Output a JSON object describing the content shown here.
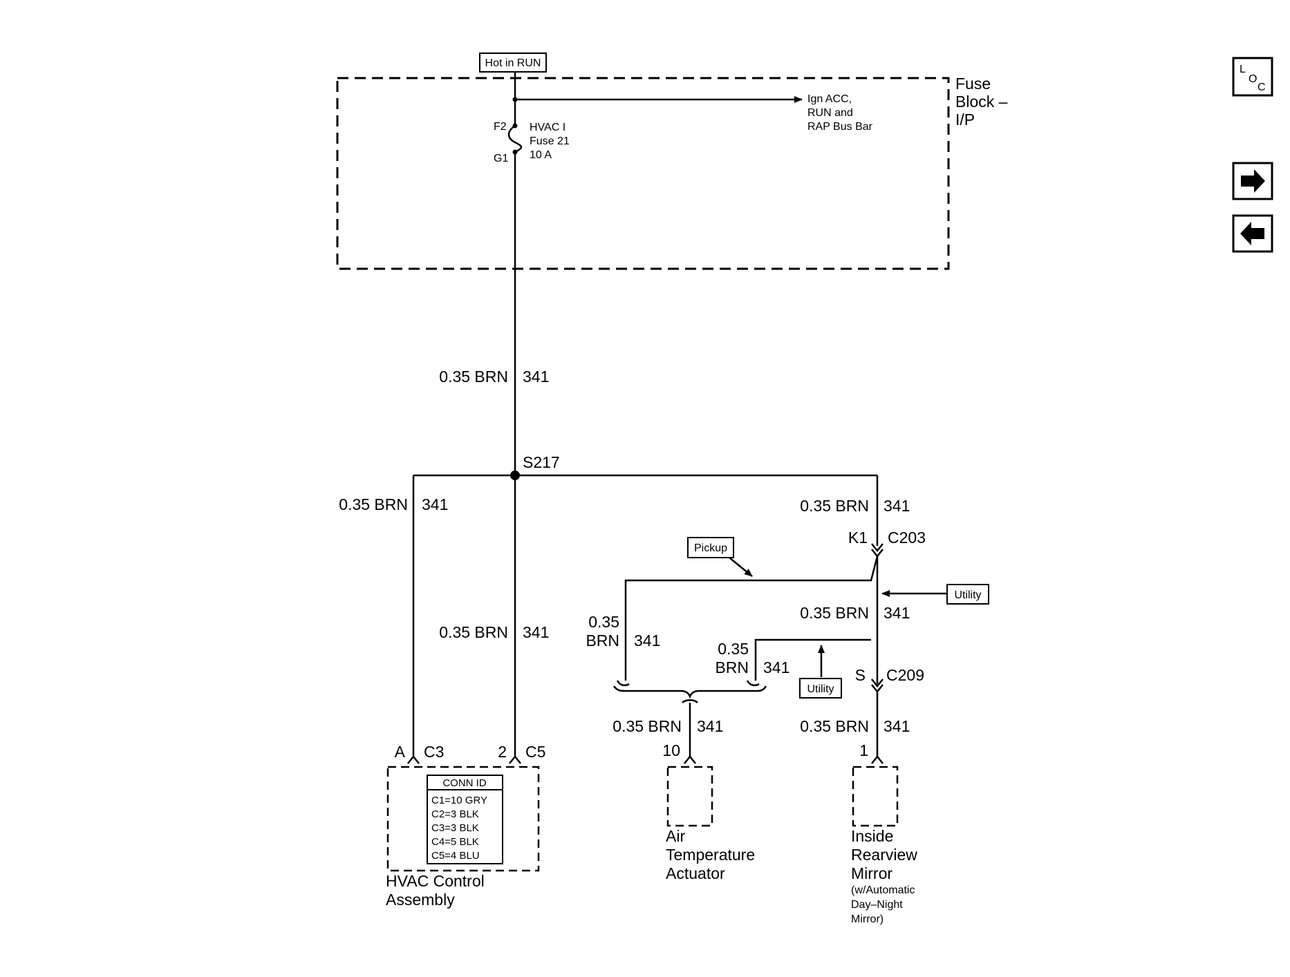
{
  "source_label": "Hot in RUN",
  "fuse_block": {
    "title_lines": [
      "Fuse",
      "Block –",
      "I/P"
    ],
    "bus_bar_lines": [
      "Ign ACC,",
      "RUN and",
      "RAP Bus Bar"
    ],
    "fuse_in_pin": "F2",
    "fuse_out_pin": "G1",
    "fuse_lines": [
      "HVAC I",
      "Fuse 21",
      "10 A"
    ]
  },
  "splice": "S217",
  "wire_size_color": "0.35 BRN",
  "wire_size": "0.35",
  "wire_color": "BRN",
  "circuit": "341",
  "connector_c203": {
    "pin": "K1",
    "name": "C203"
  },
  "connector_c209": {
    "pin": "S",
    "name": "C209"
  },
  "option_labels": {
    "pickup": "Pickup",
    "utility": "Utility"
  },
  "hvac_control": {
    "pin_a": "A",
    "conn_a": "C3",
    "pin_b": "2",
    "conn_b": "C5",
    "conn_id_title": "CONN ID",
    "conn_id_rows": [
      "C1=10 GRY",
      "C2=3 BLK",
      "C3=3 BLK",
      "C4=5 BLK",
      "C5=4 BLU"
    ],
    "name_lines": [
      "HVAC Control",
      "Assembly"
    ]
  },
  "air_temp_actuator": {
    "pin": "10",
    "name_lines": [
      "Air",
      "Temperature",
      "Actuator"
    ]
  },
  "rearview_mirror": {
    "pin": "1",
    "name_lines": [
      "Inside",
      "Rearview",
      "Mirror"
    ],
    "note_lines": [
      "(w/Automatic",
      "Day–Night",
      "Mirror)"
    ]
  },
  "nav": {
    "loc": {
      "l": "L",
      "o": "O",
      "c": "C"
    },
    "forward_icon": "arrow-right-icon",
    "back_icon": "arrow-left-icon"
  }
}
